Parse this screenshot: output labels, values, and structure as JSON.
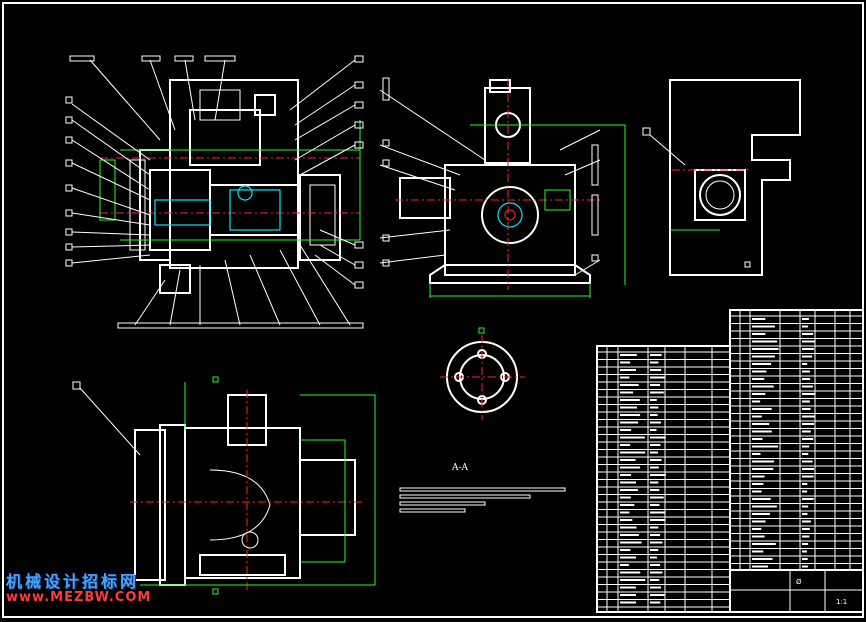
{
  "drawing": {
    "section_label": "A-A",
    "title_block": {
      "name": "Ø",
      "material": "",
      "scale": "",
      "sheet": "1:1"
    }
  },
  "watermark": {
    "line1": "机械设计招标网",
    "line2": "www.MEZBW.COM"
  },
  "colors": {
    "background": "#000000",
    "outline": "#ffffff",
    "dimension": "#22ff22",
    "centerline": "#ff2222",
    "detail": "#00e5ff",
    "watermark_text": "#4aa3ff",
    "watermark_url": "#ff3b3b"
  }
}
